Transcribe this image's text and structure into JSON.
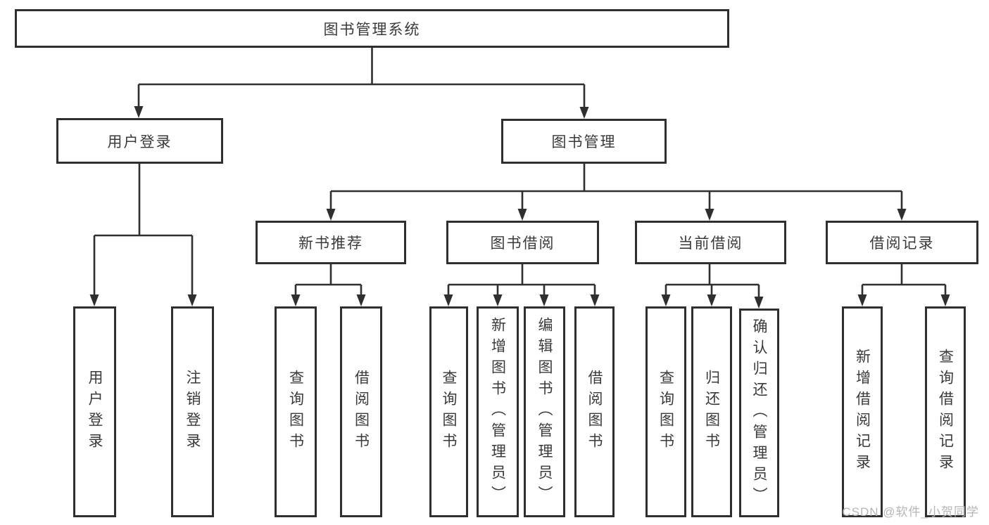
{
  "diagram_title": "图书管理系统",
  "root": {
    "label": "图书管理系统"
  },
  "level2": [
    {
      "label": "用户登录"
    },
    {
      "label": "图书管理"
    }
  ],
  "level3": [
    {
      "label": "新书推荐",
      "parent": "图书管理"
    },
    {
      "label": "图书借阅",
      "parent": "图书管理"
    },
    {
      "label": "当前借阅",
      "parent": "图书管理"
    },
    {
      "label": "借阅记录",
      "parent": "图书管理"
    }
  ],
  "leaves": [
    {
      "label": "用户登录",
      "parent": "用户登录"
    },
    {
      "label": "注销登录",
      "parent": "用户登录"
    },
    {
      "label": "查询图书",
      "parent": "新书推荐"
    },
    {
      "label": "借阅图书",
      "parent": "新书推荐"
    },
    {
      "label": "查询图书",
      "parent": "图书借阅"
    },
    {
      "label": "新增图书（管理员）",
      "parent": "图书借阅"
    },
    {
      "label": "编辑图书（管理员）",
      "parent": "图书借阅"
    },
    {
      "label": "借阅图书",
      "parent": "图书借阅"
    },
    {
      "label": "查询图书",
      "parent": "当前借阅"
    },
    {
      "label": "归还图书",
      "parent": "当前借阅"
    },
    {
      "label": "确认归还（管理员）",
      "parent": "当前借阅"
    },
    {
      "label": "新增借阅记录",
      "parent": "借阅记录"
    },
    {
      "label": "查询借阅记录",
      "parent": "借阅记录"
    }
  ],
  "watermark": "CSDN @软件_小贺同学",
  "colors": {
    "line": "#2f2f2f",
    "box_border": "#2f2f2f",
    "text": "#3a3a3a",
    "background": "#ffffff",
    "watermark": "#b5b5b5"
  }
}
